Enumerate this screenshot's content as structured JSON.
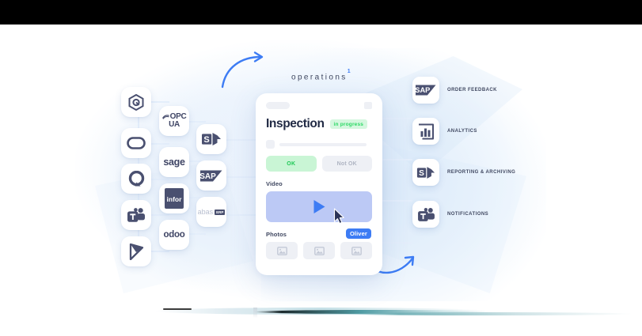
{
  "headline": {
    "text": "operations",
    "superscript": "1"
  },
  "card": {
    "title": "Inspection",
    "status_badge": "in progress",
    "buttons": {
      "ok": "OK",
      "not_ok": "Not OK"
    },
    "sections": {
      "video": "Video",
      "photos": "Photos"
    },
    "play_icon": "play-icon",
    "photo_icon": "image-placeholder-icon",
    "photo_count": 3
  },
  "cursor": {
    "label": "Oliver",
    "icon": "mouse-pointer-icon"
  },
  "source_logos": {
    "column1": [
      {
        "name": "hexagon-cube-icon",
        "label": ""
      },
      {
        "name": "rounded-rectangle-icon",
        "label": ""
      },
      {
        "name": "circle-mark-icon",
        "label": ""
      },
      {
        "name": "microsoft-teams-icon",
        "label": ""
      },
      {
        "name": "microsoft-dynamics-icon",
        "label": ""
      }
    ],
    "column2": [
      {
        "name": "opc-ua-logo",
        "label": "OPC UA"
      },
      {
        "name": "sage-logo",
        "label": "sage"
      },
      {
        "name": "infor-logo",
        "label": "infor"
      },
      {
        "name": "odoo-logo",
        "label": "odoo"
      }
    ],
    "column3": [
      {
        "name": "sharepoint-logo",
        "label": ""
      },
      {
        "name": "sap-logo",
        "label": "SAP"
      },
      {
        "name": "abas-erp-logo",
        "label": "abas"
      }
    ]
  },
  "integrations": [
    {
      "icon": "sap-logo",
      "label": "ORDER FEEDBACK"
    },
    {
      "icon": "power-bi-icon",
      "label": "ANALYTICS"
    },
    {
      "icon": "sharepoint-logo",
      "label": "REPORTING & ARCHIVING"
    },
    {
      "icon": "microsoft-teams-icon",
      "label": "NOTIFICATIONS"
    }
  ],
  "arrows": [
    {
      "name": "curved-arrow-top-left",
      "direction": "up-right"
    },
    {
      "name": "curved-arrow-bottom-right",
      "direction": "up-right"
    }
  ],
  "colors": {
    "accent_blue": "#3d7cf4",
    "badge_green_text": "#2bd964",
    "badge_green_bg": "#d5f7df",
    "ok_green_bg": "#c9f5d5",
    "navy": "#3f4565",
    "video_bg": "#bcc9f5",
    "skeleton_gray": "#eef0f5"
  }
}
